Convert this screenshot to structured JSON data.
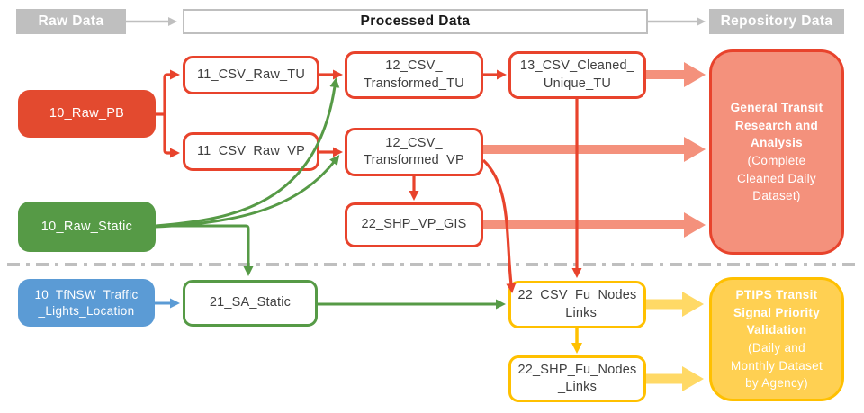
{
  "header": {
    "raw_data": "Raw Data",
    "processed_data": "Processed Data",
    "repository_data": "Repository Data"
  },
  "nodes": {
    "raw_pb": {
      "label": "10_Raw_PB"
    },
    "raw_static": {
      "label": "10_Raw_Static"
    },
    "tfnsw": {
      "lines": [
        "10_TfNSW_Traffic",
        "_Lights_Location"
      ]
    },
    "csv_raw_tu": {
      "label": "11_CSV_Raw_TU"
    },
    "csv_raw_vp": {
      "label": "11_CSV_Raw_VP"
    },
    "csv_transformed_tu": {
      "lines": [
        "12_CSV_",
        "Transformed_TU"
      ]
    },
    "csv_transformed_vp": {
      "lines": [
        "12_CSV_",
        "Transformed_VP"
      ]
    },
    "csv_cleaned_unique_tu": {
      "lines": [
        "13_CSV_Cleaned_",
        "Unique_TU"
      ]
    },
    "shp_vp_gis": {
      "label": "22_SHP_VP_GIS"
    },
    "sa_static": {
      "label": "21_SA_Static"
    },
    "csv_fu_nodes_links": {
      "lines": [
        "22_CSV_Fu_Nodes",
        "_Links"
      ]
    },
    "shp_fu_nodes_links": {
      "lines": [
        "22_SHP_Fu_Nodes",
        "_Links"
      ]
    }
  },
  "outputs": {
    "general_transit": {
      "bold_lines": [
        "General Transit",
        "Research and",
        "Analysis"
      ],
      "normal_lines": [
        "(Complete",
        "Cleaned Daily",
        "Dataset)"
      ]
    },
    "ptips": {
      "bold_lines": [
        "PTIPS Transit",
        "Signal Priority",
        "Validation"
      ],
      "normal_lines": [
        "(Daily and",
        "Monthly Dataset",
        "by Agency)"
      ]
    }
  },
  "colors": {
    "red": "#E8432C",
    "red_fill": "#E34A2F",
    "salmon_fill": "#F4917C",
    "salmon_arrow": "#F4917C",
    "green": "#569A46",
    "blue": "#5B9BD5",
    "gold": "#FFC000",
    "gold_fill": "#FFD052",
    "light_gold_arrow": "#FFD966",
    "gray": "#BFBFBF",
    "text_dark": "#3F3F3F"
  }
}
